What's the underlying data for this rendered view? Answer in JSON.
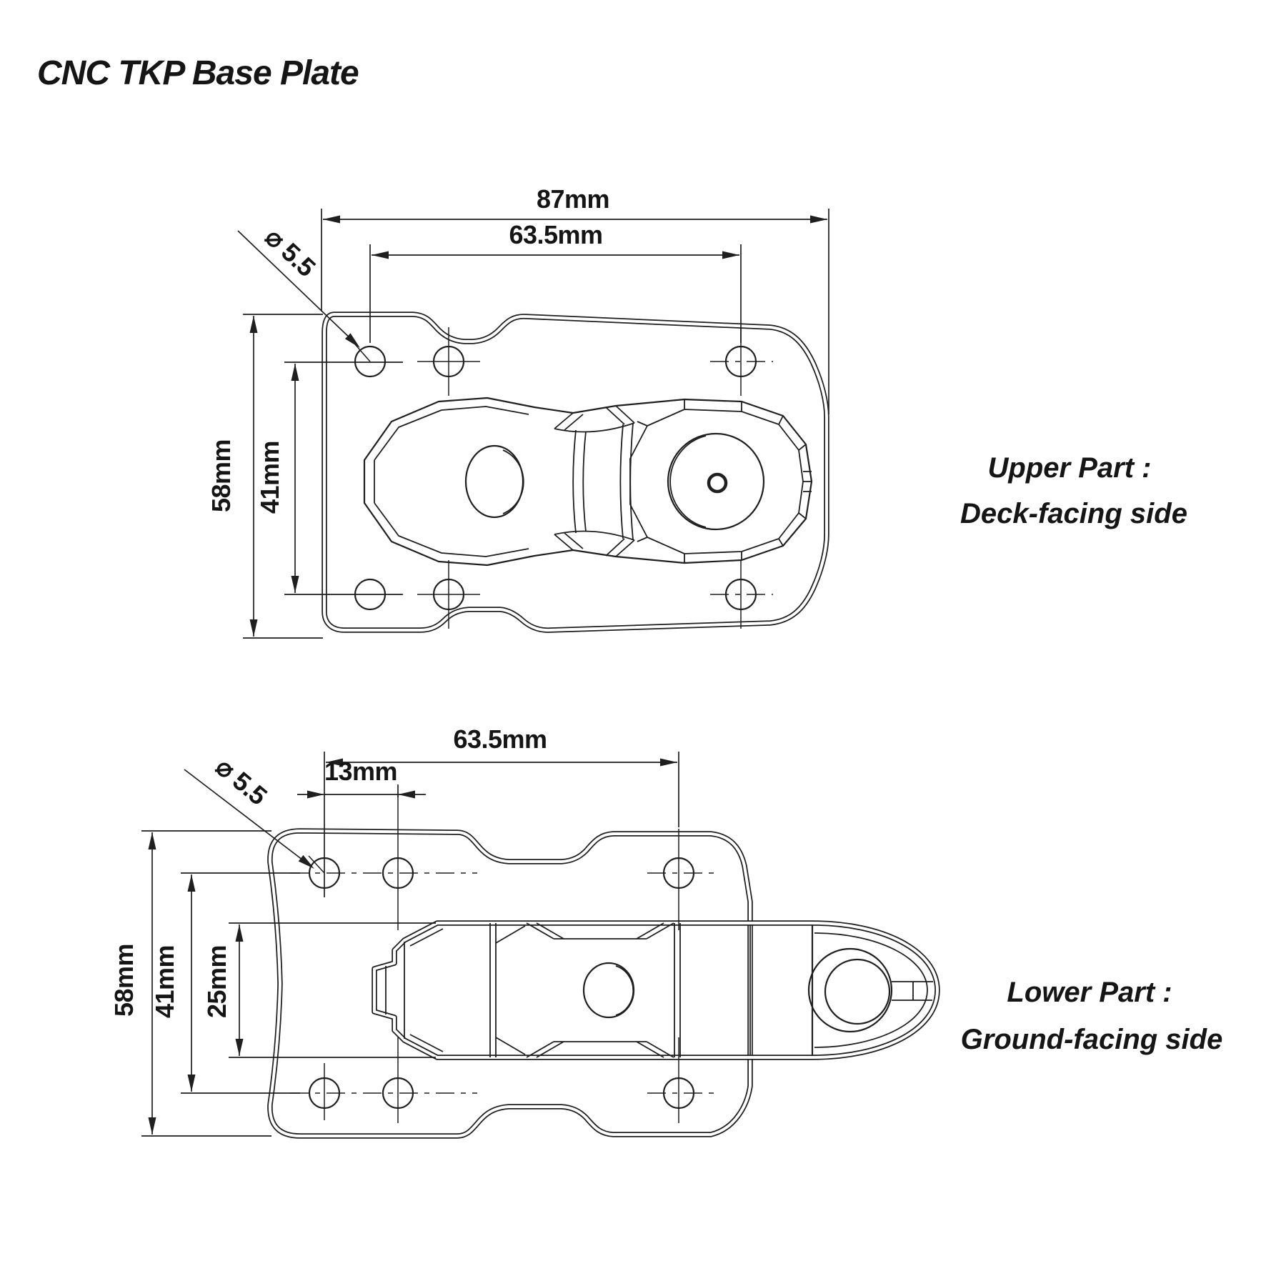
{
  "title": "CNC TKP Base Plate",
  "upper_view": {
    "label_line1": "Upper Part :",
    "label_line2": "Deck-facing side",
    "dims": {
      "overall_width": "87mm",
      "hole_spacing_x": "63.5mm",
      "overall_height": "58mm",
      "hole_spacing_y": "41mm",
      "hole_diameter": "⌀ 5.5"
    }
  },
  "lower_view": {
    "label_line1": "Lower Part :",
    "label_line2": "Ground-facing side",
    "dims": {
      "hole_spacing_x": "63.5mm",
      "hole_offset_x": "13mm",
      "overall_height": "58mm",
      "hole_spacing_y": "41mm",
      "beam_width": "25mm",
      "hole_diameter": "⌀ 5.5"
    }
  }
}
